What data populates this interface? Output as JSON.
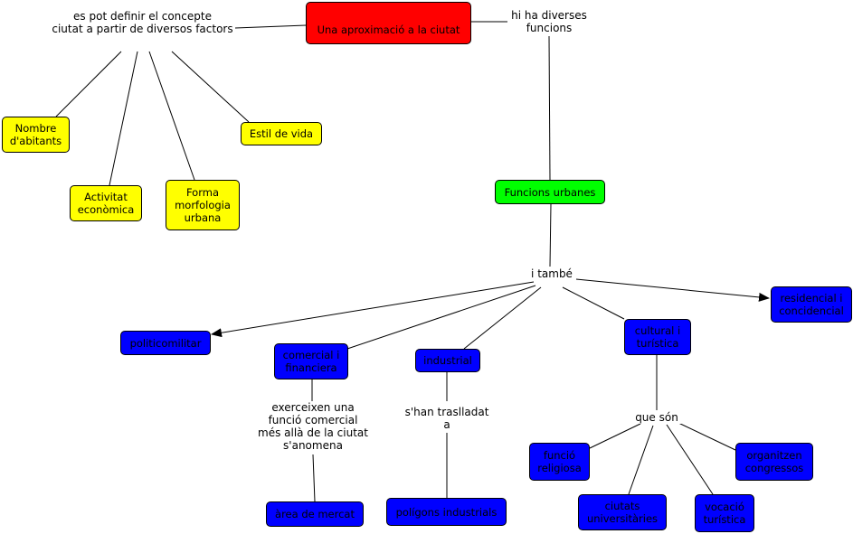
{
  "map": {
    "root": "Una aproximació a la ciutat",
    "link_factors": "es pot definir el concepte\nciutat a partir de diversos factors",
    "link_functions": "hi ha diverses\nfuncions",
    "factors": {
      "population": "Nombre\nd'abitants",
      "economy": "Activitat\neconòmica",
      "morphology": "Forma\nmorfologia\nurbana",
      "lifestyle": "Estil de vida"
    },
    "functions_node": "Funcions urbanes",
    "link_also": "i també",
    "functions": {
      "political": "politicomilitar",
      "commercial": "comercial i\nfinanciera",
      "industrial": "industrial",
      "cultural": "cultural i\nturística",
      "residential": "residencial i\nconcidencial"
    },
    "link_commercial": "exerceixen una\nfunció comercial\nmés allà de la ciutat\ns'anomena",
    "market_area": "àrea de mercat",
    "link_industrial": "s'han traslladat\na",
    "industrial_parks": "polígons industrials",
    "link_cultural": "que són",
    "cultural_items": {
      "religious": "funció\nreligiosa",
      "university": "ciutats\nuniversitàries",
      "tourism": "vocació\nturística",
      "congress": "organitzen\ncongressos"
    }
  },
  "colors": {
    "root": "#ff0000",
    "functions_node": "#00ff00",
    "factors": "#ffff00",
    "functions": "#0000ff"
  }
}
